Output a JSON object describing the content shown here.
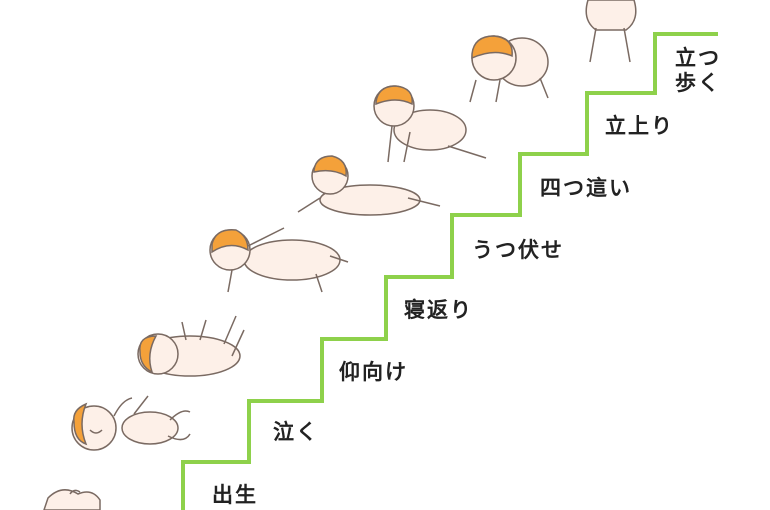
{
  "diagram": {
    "stair_color": "#8ed14b",
    "hair_color": "#f4a13a",
    "skin_color": "#fdf0e8",
    "outline_color": "#7a6a62",
    "steps": [
      {
        "label": "出生"
      },
      {
        "label": "泣く"
      },
      {
        "label": "仰向け"
      },
      {
        "label": "寝返り"
      },
      {
        "label": "うつ伏せ"
      },
      {
        "label": "四つ這い"
      },
      {
        "label": "立上り"
      },
      {
        "label": "立つ\n歩く"
      }
    ]
  }
}
